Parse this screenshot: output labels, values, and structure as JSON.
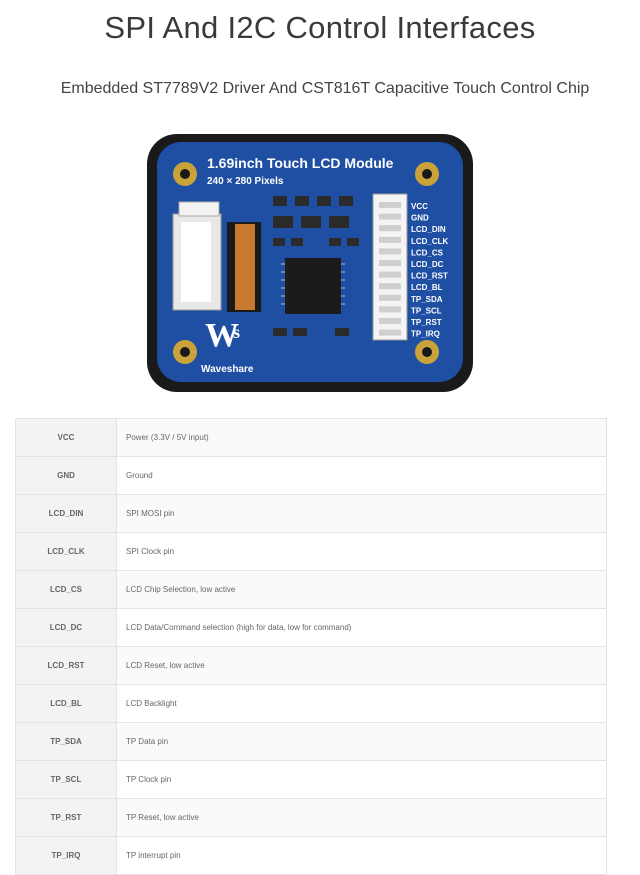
{
  "title": "SPI And I2C Control Interfaces",
  "subtitle": "Embedded ST7789V2 Driver And CST816T Capacitive Touch Control Chip",
  "board": {
    "name": "1.69inch Touch LCD Module",
    "resolution": "240 × 280 Pixels",
    "brand": "Waveshare",
    "pin_labels": [
      "VCC",
      "GND",
      "LCD_DIN",
      "LCD_CLK",
      "LCD_CS",
      "LCD_DC",
      "LCD_RST",
      "LCD_BL",
      "TP_SDA",
      "TP_SCL",
      "TP_RST",
      "TP_IRQ"
    ],
    "colors": {
      "pcb": "#1f4fa3",
      "pcb_border": "#1a1a1a",
      "pad": "#c9a23a",
      "silk": "#ffffff"
    }
  },
  "pins": [
    {
      "pin": "VCC",
      "desc": "Power (3.3V / 5V input)"
    },
    {
      "pin": "GND",
      "desc": "Ground"
    },
    {
      "pin": "LCD_DIN",
      "desc": "SPI MOSI pin"
    },
    {
      "pin": "LCD_CLK",
      "desc": "SPI Clock pin"
    },
    {
      "pin": "LCD_CS",
      "desc": "LCD Chip Selection, low active"
    },
    {
      "pin": "LCD_DC",
      "desc": "LCD Data/Command selection (high for data, low for command)"
    },
    {
      "pin": "LCD_RST",
      "desc": "LCD Reset, low active"
    },
    {
      "pin": "LCD_BL",
      "desc": "LCD Backlight"
    },
    {
      "pin": "TP_SDA",
      "desc": "TP Data pin"
    },
    {
      "pin": "TP_SCL",
      "desc": "TP Clock pin"
    },
    {
      "pin": "TP_RST",
      "desc": "TP Reset, low active"
    },
    {
      "pin": "TP_IRQ",
      "desc": "TP interrupt pin"
    }
  ]
}
